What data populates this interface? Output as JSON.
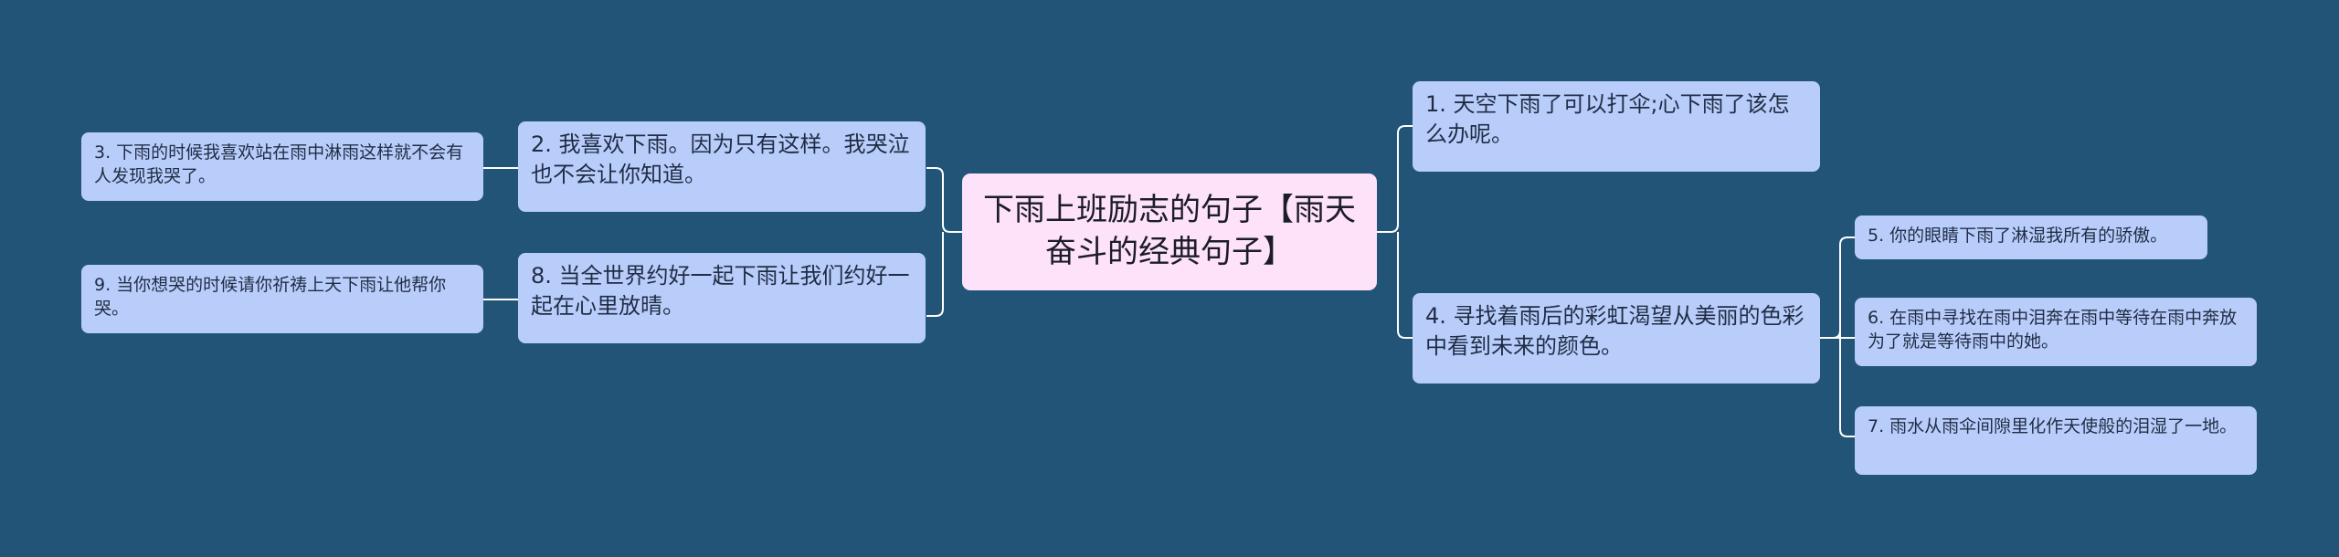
{
  "root": {
    "text": "下雨上班励志的句子【雨天奋斗的经典句子】"
  },
  "left": [
    {
      "text": "2. 我喜欢下雨。因为只有这样。我哭泣也不会让你知道。",
      "children": [
        {
          "text": "3. 下雨的时候我喜欢站在雨中淋雨这样就不会有人发现我哭了。"
        }
      ]
    },
    {
      "text": "8. 当全世界约好一起下雨让我们约好一起在心里放晴。",
      "children": [
        {
          "text": "9. 当你想哭的时候请你祈祷上天下雨让他帮你哭。"
        }
      ]
    }
  ],
  "right": [
    {
      "text": "1. 天空下雨了可以打伞;心下雨了该怎么办呢。",
      "children": []
    },
    {
      "text": "4. 寻找着雨后的彩虹渴望从美丽的色彩中看到未来的颜色。",
      "children": [
        {
          "text": "5. 你的眼睛下雨了淋湿我所有的骄傲。"
        },
        {
          "text": "6. 在雨中寻找在雨中泪奔在雨中等待在雨中奔放为了就是等待雨中的她。"
        },
        {
          "text": "7. 雨水从雨伞间隙里化作天使般的泪湿了一地。"
        }
      ]
    }
  ],
  "colors": {
    "background": "#215476",
    "root": "#fde2fa",
    "node": "#b9cdfb",
    "line": "#ffffff"
  }
}
